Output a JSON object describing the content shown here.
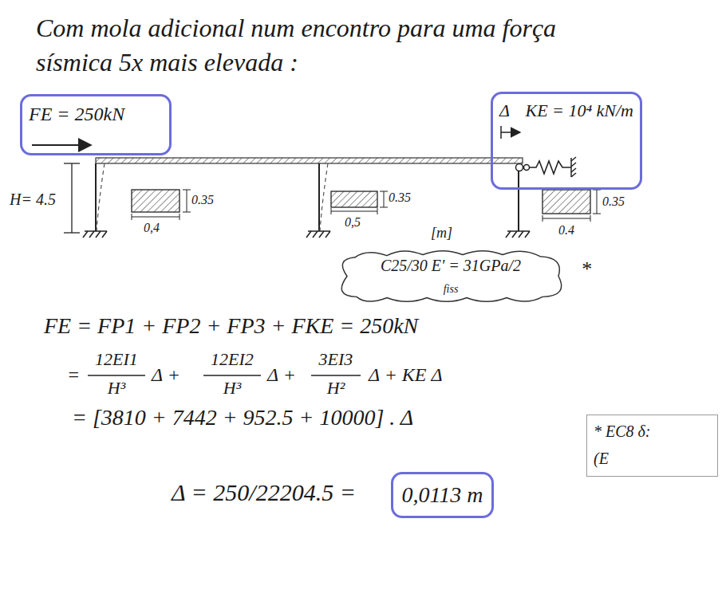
{
  "diagram": {
    "title": "Com mola adicional num encontro para uma força sísmica 5x mais elevada :",
    "nodes": [
      {
        "text": [
          "FE = 250kN"
        ]
      },
      {
        "text": [
          "Δ",
          "KE = 10⁴ kN/m"
        ]
      },
      {
        "text": [
          "C25/30 E' = 31GPa/2",
          "fiss"
        ]
      },
      {
        "text": [
          "* EC8 δ:",
          "(E"
        ]
      },
      {
        "text": [
          "0,0113 m"
        ]
      }
    ],
    "labels": [
      "H= 4.5",
      "0.35",
      "0,4",
      "0.35",
      "0,5",
      "0.35",
      "0.4",
      "[m]",
      "*",
      "FE = FP1 + FP2 + FP3 + FKE = 250kN",
      "=",
      "12EI1",
      "H³",
      "Δ +",
      "12EI2",
      "H³",
      "Δ +",
      "3EI3",
      "H²",
      "Δ + KE Δ",
      "= [3810 + 7442 + 952.5 + 10000] . Δ",
      "Δ = 250/22204.5 ="
    ]
  }
}
